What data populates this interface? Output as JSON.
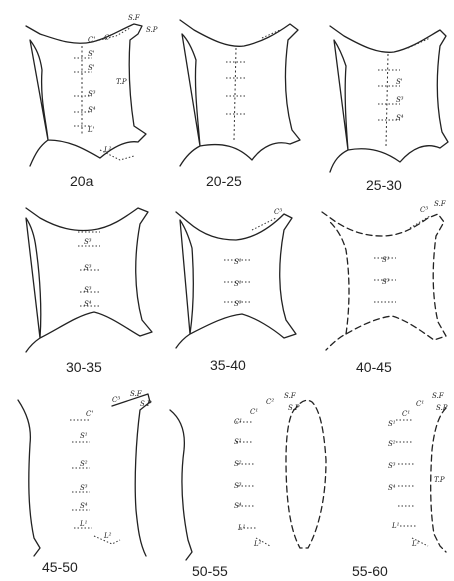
{
  "figure": {
    "panels": [
      {
        "label": "20a",
        "marks": [
          "S.F",
          "S.P",
          "C'",
          "C'",
          "S'",
          "S'",
          "T.P",
          "S³",
          "S⁴",
          "L'",
          "L²"
        ]
      },
      {
        "label": "20-25",
        "marks": []
      },
      {
        "label": "25-30",
        "marks": [
          "S'",
          "S³",
          "S⁴"
        ]
      },
      {
        "label": "30-35",
        "marks": [
          "S³",
          "S³",
          "S³",
          "S⁴"
        ]
      },
      {
        "label": "35-40",
        "marks": [
          "C³",
          "S¹",
          "S¹",
          "S³"
        ]
      },
      {
        "label": "40-45",
        "marks": [
          "C³",
          "S.F",
          "S¹",
          "S³"
        ]
      },
      {
        "label": "45-50",
        "marks": [
          "S.F",
          "S.P",
          "C³",
          "C'",
          "S¹",
          "S²",
          "S³",
          "S⁴",
          "L¹",
          "L²"
        ]
      },
      {
        "label": "50-55",
        "marks": [
          "S.F",
          "S.P",
          "C²",
          "C¹",
          "C¹",
          "S¹",
          "S²",
          "S³",
          "S⁴",
          "L¹",
          "L²"
        ]
      },
      {
        "label": "55-60",
        "marks": [
          "S.F",
          "S.P",
          "C¹",
          "C¹",
          "S¹",
          "S²",
          "S³",
          "S⁴",
          "T.P",
          "L¹",
          "L²"
        ]
      }
    ]
  }
}
